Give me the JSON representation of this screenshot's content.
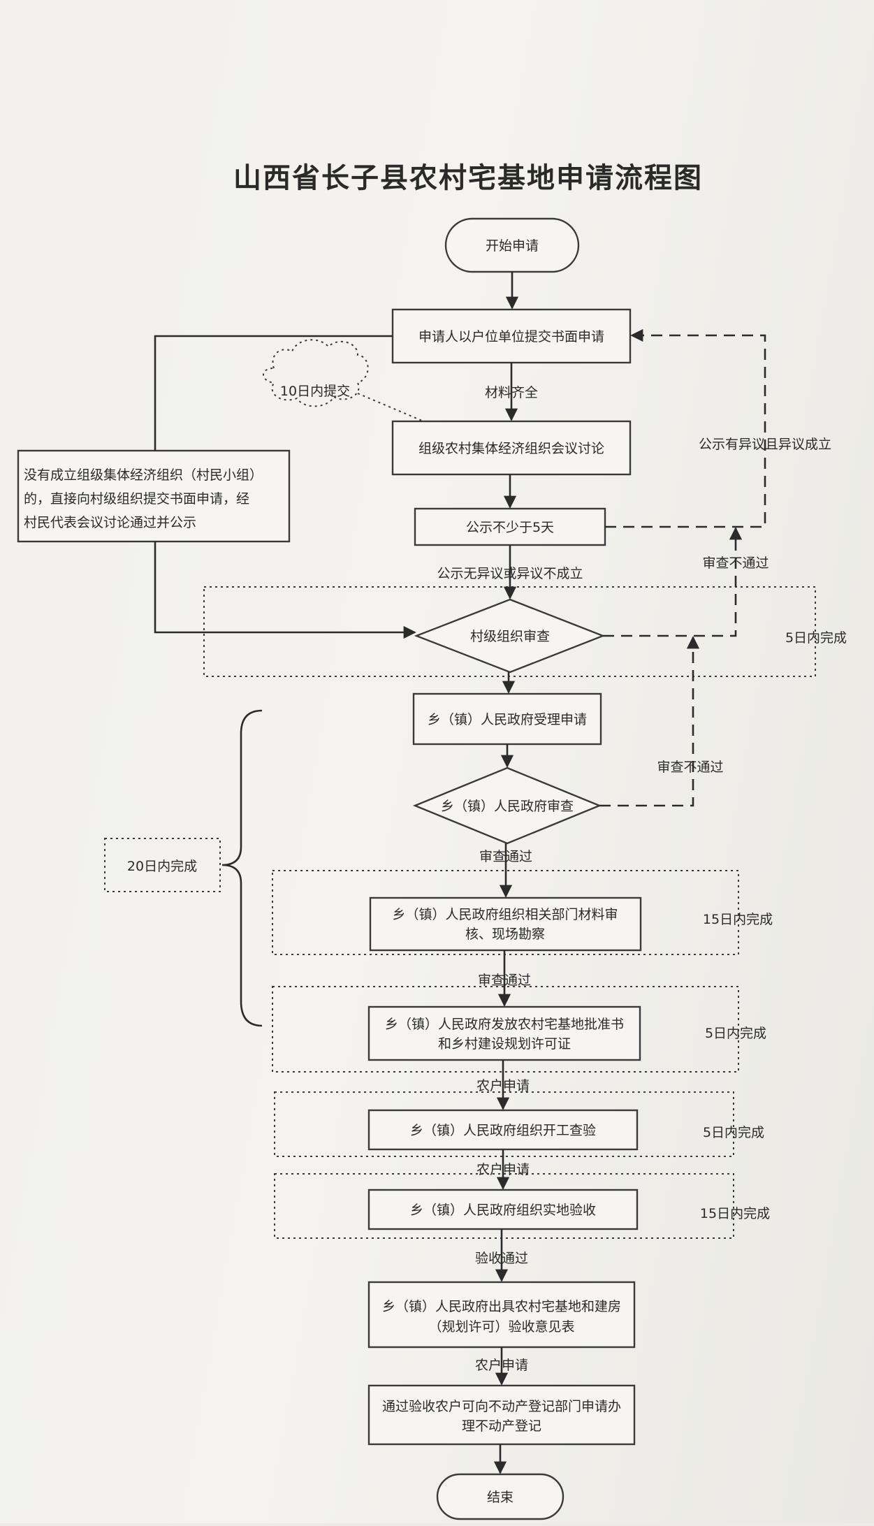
{
  "title": "山西省长子县农村宅基地申请流程图",
  "nodes": {
    "start": "开始申请",
    "submit": "申请人以户位单位提交书面申请",
    "meeting": "组级农村集体经济组织会议讨论",
    "publicity": "公示不少于5天",
    "village_review": "村级组织审查",
    "town_accept": "乡（镇）人民政府受理申请",
    "town_review": "乡（镇）人民政府审查",
    "material_review": [
      "乡（镇）人民政府组织相关部门材料审",
      "核、现场勘察"
    ],
    "permit": [
      "乡（镇）人民政府发放农村宅基地批准书",
      "和乡村建设规划许可证"
    ],
    "start_inspection": "乡（镇）人民政府组织开工查验",
    "field_acceptance": "乡（镇）人民政府组织实地验收",
    "opinion_form": [
      "乡（镇）人民政府出具农村宅基地和建房",
      "（规划许可）验收意见表"
    ],
    "registration": [
      "通过验收农户可向不动产登记部门申请办",
      "理不动产登记"
    ],
    "end": "结束",
    "no_group_note": [
      "没有成立组级集体经济组织（村民小组）",
      "的，直接向村级组织提交书面申请，经",
      "村民代表会议讨论通过并公示"
    ]
  },
  "labels": {
    "materials_complete": "材料齐全",
    "submit_within_10_days": "10日内提交",
    "objection_upheld": "公示有异议且异议成立",
    "no_objection": "公示无异议或异议不成立",
    "village_fail": "审查不通过",
    "town_fail": "审查不通过",
    "pass_1": "审查通过",
    "pass_2": "审查通过",
    "farmer_apply_1": "农户申请",
    "farmer_apply_2": "农户申请",
    "acceptance_pass": "验收通过",
    "farmer_apply_3": "农户申请"
  },
  "durations": {
    "village": "5日内完成",
    "town_total": "20日内完成",
    "material": "15日内完成",
    "permit": "5日内完成",
    "start_inspection": "5日内完成",
    "field_acceptance": "15日内完成"
  }
}
